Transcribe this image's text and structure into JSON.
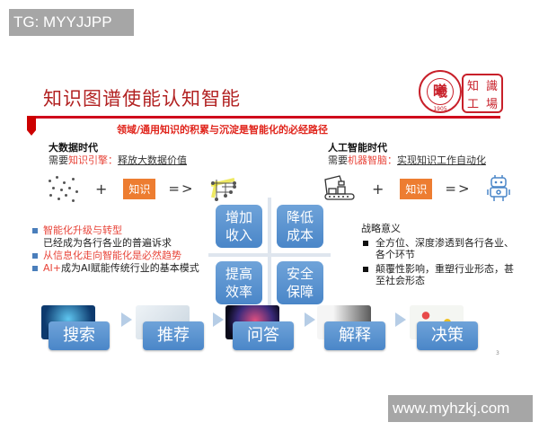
{
  "watermarks": {
    "top": "TG: MYYJJPP",
    "bottom": "www.myhzkj.com"
  },
  "slide": {
    "title": "知识图谱使能认知智能",
    "logo": {
      "seal_text": "曦",
      "seal_ring": "FUDAN UNIVERSITY",
      "seal_year": "1905",
      "box_chars": [
        "知",
        "識",
        "工",
        "場"
      ]
    },
    "subtitle": "领域/通用知识的积累与沉淀是智能化的必经路径",
    "left_era": {
      "title": "大数据时代",
      "prefix": "需要",
      "highlight": "知识引擎",
      "sep": "：",
      "underline": "释放大数据价值",
      "knowledge_box": "知识",
      "plus": "+",
      "arrow": "=>"
    },
    "right_era": {
      "title": "人工智能时代",
      "prefix": "需要",
      "highlight": "机器智脑",
      "sep": "：",
      "underline": "实现知识工作自动化",
      "knowledge_box": "知识",
      "plus": "+",
      "arrow": "=>"
    },
    "bullets": [
      {
        "red": "智能化升级与转型",
        "cont": "已经成为各行各业的普遍诉求"
      },
      {
        "red": "从信息化走向智能化是必然趋势",
        "cont": ""
      },
      {
        "red": "AI+",
        "rest": "成为AI赋能传统行业的基本模式"
      }
    ],
    "quadrant": [
      {
        "line1": "增加",
        "line2": "收入"
      },
      {
        "line1": "降低",
        "line2": "成本"
      },
      {
        "line1": "提高",
        "line2": "效率"
      },
      {
        "line1": "安全",
        "line2": "保障"
      }
    ],
    "strategy": {
      "heading": "战略意义",
      "items": [
        "全方位、深度渗透到各行各业、各个环节",
        "颠覆性影响，重塑行业形态，甚至社会形态"
      ]
    },
    "flow_steps": [
      "搜索",
      "推荐",
      "问答",
      "解释",
      "决策"
    ],
    "page_number": "3",
    "colors": {
      "title_red": "#b22222",
      "accent_red": "#d0021b",
      "orange": "#ed7d31",
      "blue": "#4a86c8"
    }
  }
}
